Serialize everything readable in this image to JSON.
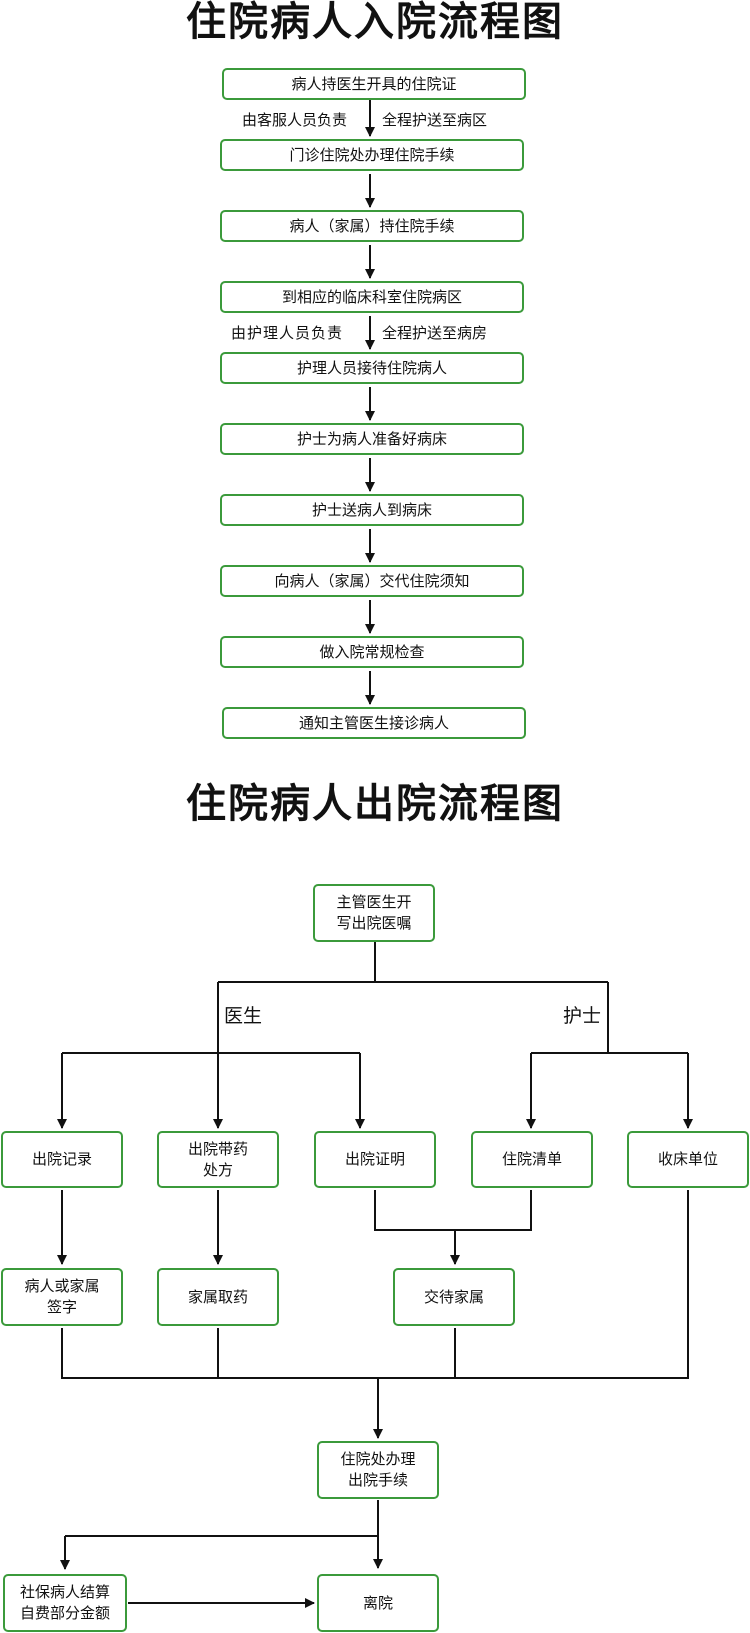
{
  "admission": {
    "title": "住院病人入院流程图",
    "steps": [
      "病人持医生开具的住院证",
      "门诊住院处办理住院手续",
      "病人（家属）持住院手续",
      "到相应的临床科室住院病区",
      "护理人员接待住院病人",
      "护士为病人准备好病床",
      "护士送病人到病床",
      "向病人（家属）交代住院须知",
      "做入院常规检查",
      "通知主管医生接诊病人"
    ],
    "notes": {
      "n1_left": "由客服人员负责",
      "n1_right": "全程护送至病区",
      "n2_left": "由护理人员负责",
      "n2_right": "全程护送至病房"
    }
  },
  "discharge": {
    "title": "住院病人出院流程图",
    "start": "主管医生开\n写出院医嘱",
    "doctor_label": "医生",
    "nurse_label": "护士",
    "items": [
      "出院记录",
      "出院带药\n处方",
      "出院证明",
      "住院清单",
      "收床单位"
    ],
    "second_row": [
      "病人或家属\n签字",
      "家属取药",
      "交待家属"
    ],
    "office": "住院处办理\n出院手续",
    "insurance": "社保病人结算\n自费部分金额",
    "leave": "离院"
  }
}
